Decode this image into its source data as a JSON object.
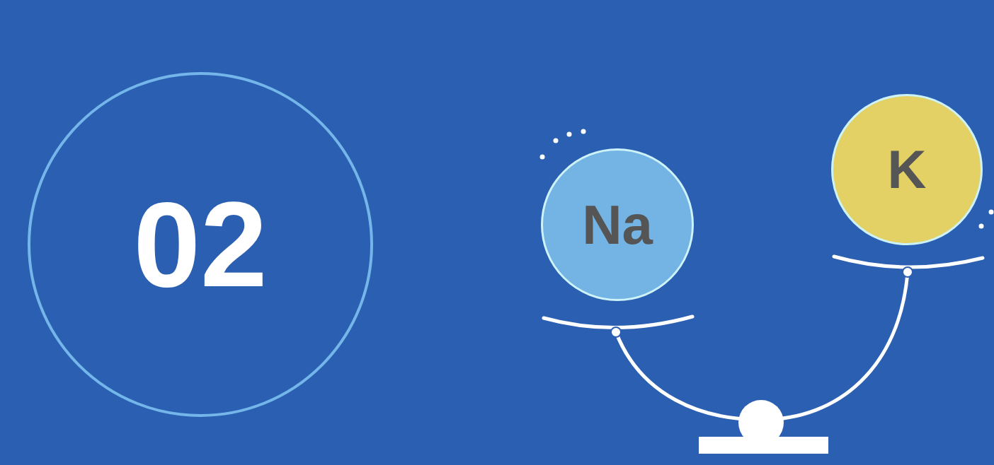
{
  "diagram": {
    "nodes": [
      {
        "text": [
          "02"
        ]
      },
      {
        "text": [
          "Na"
        ]
      },
      {
        "text": [
          "K"
        ]
      }
    ]
  }
}
